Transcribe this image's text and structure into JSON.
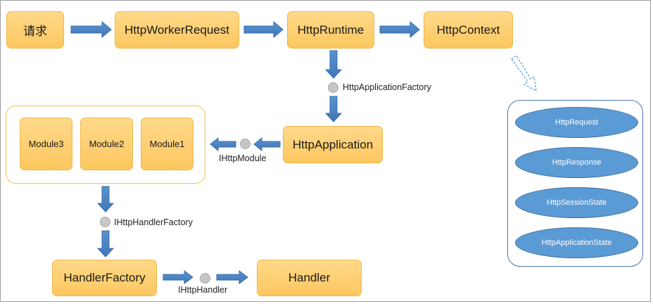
{
  "nodes": {
    "request": "请求",
    "http_worker_request": "HttpWorkerRequest",
    "http_runtime": "HttpRuntime",
    "http_context": "HttpContext",
    "http_application": "HttpApplication",
    "module3": "Module3",
    "module2": "Module2",
    "module1": "Module1",
    "handler_factory": "HandlerFactory",
    "handler": "Handler"
  },
  "interfaces": {
    "http_application_factory": "HttpApplicationFactory",
    "ihttp_module": "IHttpModule",
    "ihttp_handler_factory": "IHttpHandlerFactory",
    "ihttp_handler": "IHttpHandler"
  },
  "context_members": [
    "HttpRequest",
    "HttpResponse",
    "HttpSessionState",
    "HttpApplicationState"
  ],
  "colors": {
    "node_fill": "#fcc75f",
    "node_border": "#f0b84a",
    "arrow_fill": "#4f86c6",
    "ellipse_fill": "#5b9bd5",
    "interface_dot": "#c6c6c6"
  }
}
